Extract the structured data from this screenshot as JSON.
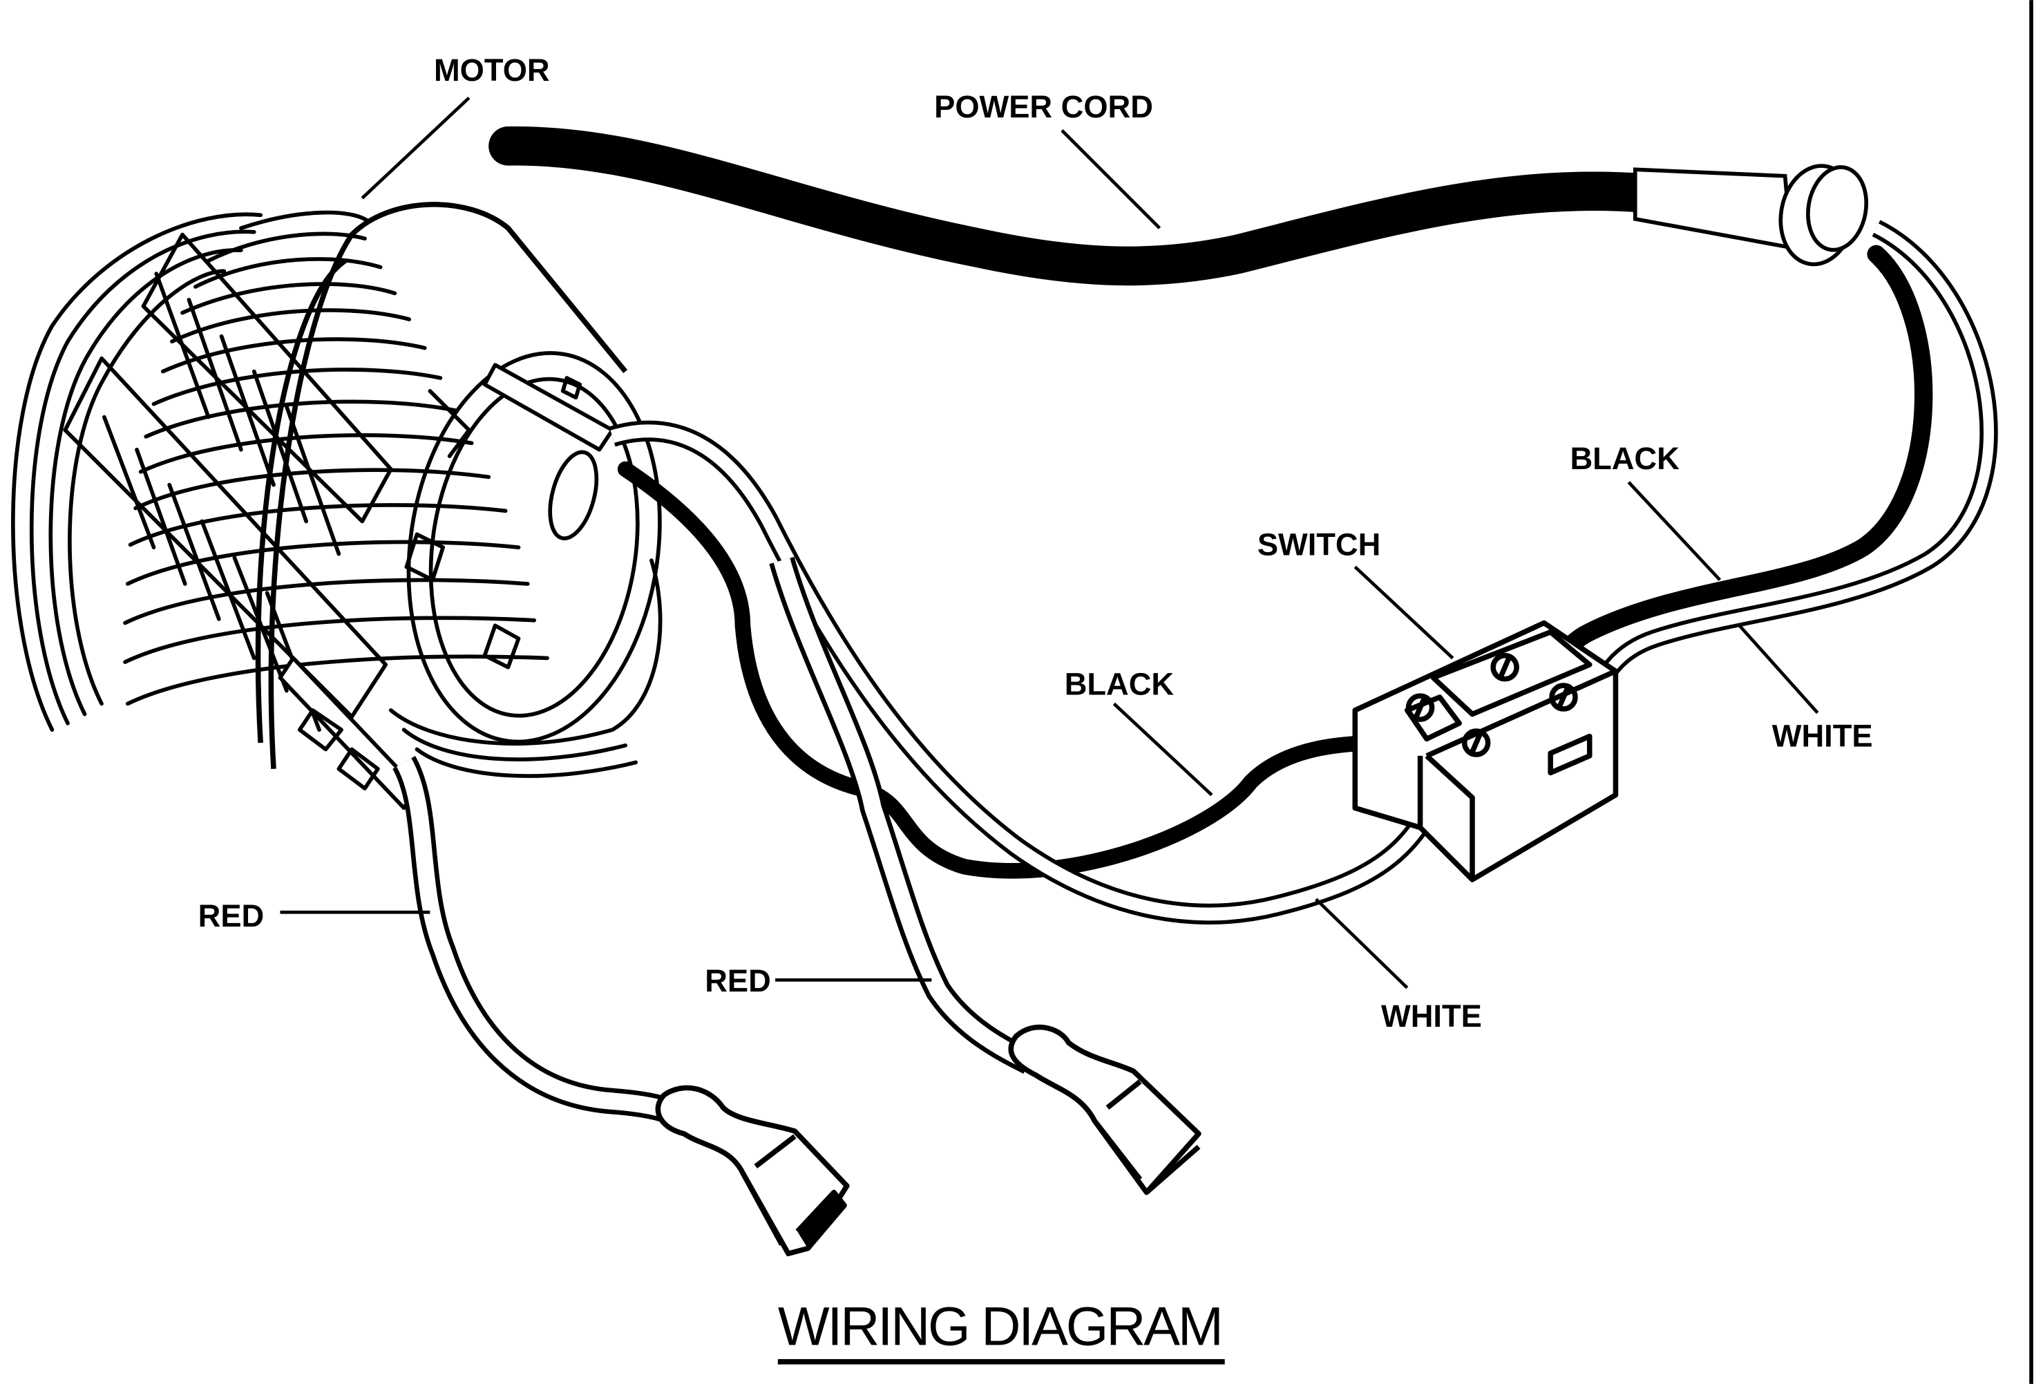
{
  "title": "WIRING DIAGRAM",
  "labels": {
    "motor": "MOTOR",
    "power_cord": "POWER CORD",
    "switch": "SWITCH",
    "black_upper": "BLACK",
    "white_right": "WHITE",
    "black_lower": "BLACK",
    "white_lower": "WHITE",
    "red_left": "RED",
    "red_center": "RED"
  },
  "colors": {
    "ink": "#000000",
    "paper": "#ffffff"
  }
}
